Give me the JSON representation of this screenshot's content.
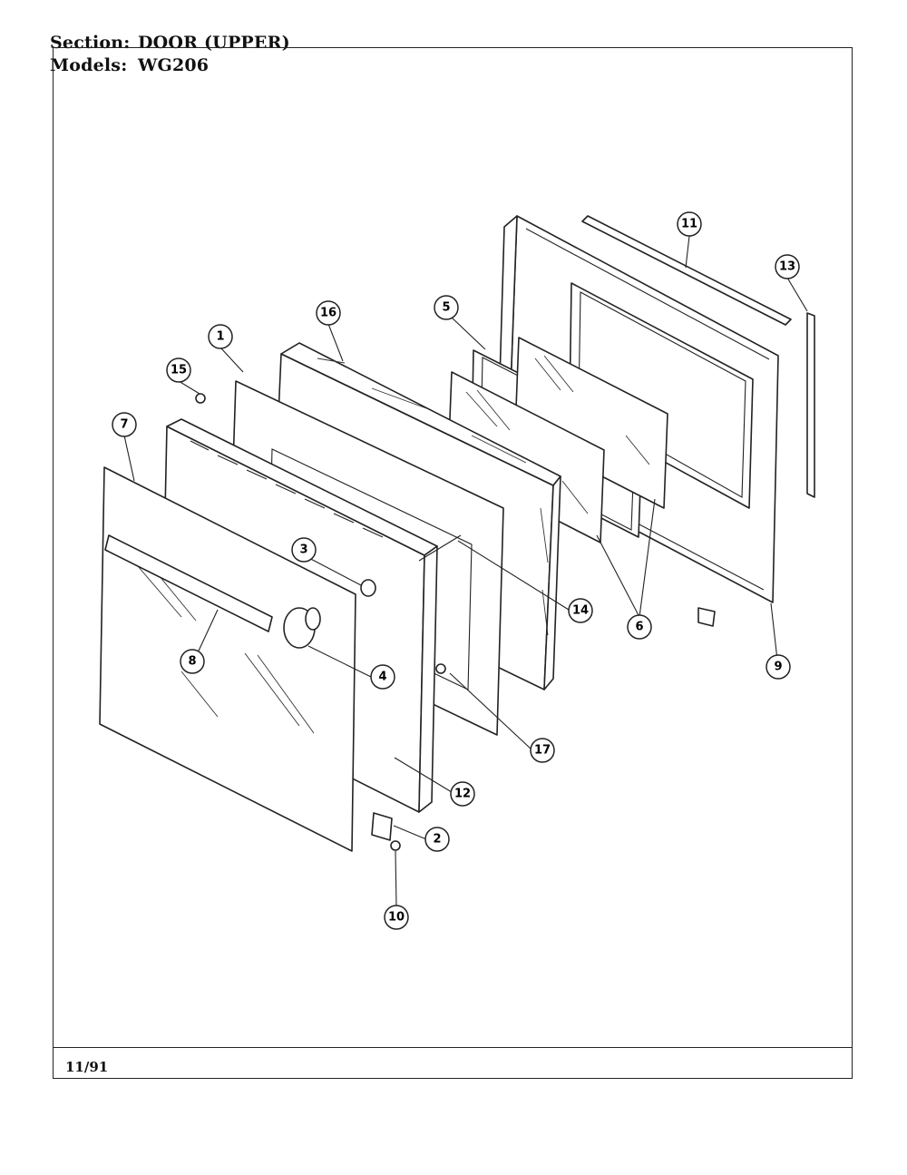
{
  "header": {
    "section_label": "Section:",
    "section_value": "DOOR (UPPER)",
    "models_label": "Models:",
    "models_value": "WG206"
  },
  "footer": {
    "date": "11/91"
  },
  "callouts": [
    {
      "id": "c1",
      "label": "1"
    },
    {
      "id": "c2",
      "label": "2"
    },
    {
      "id": "c3",
      "label": "3"
    },
    {
      "id": "c4",
      "label": "4"
    },
    {
      "id": "c5",
      "label": "5"
    },
    {
      "id": "c6",
      "label": "6"
    },
    {
      "id": "c7",
      "label": "7"
    },
    {
      "id": "c8",
      "label": "8"
    },
    {
      "id": "c9",
      "label": "9"
    },
    {
      "id": "c10",
      "label": "10"
    },
    {
      "id": "c11",
      "label": "11"
    },
    {
      "id": "c12",
      "label": "12"
    },
    {
      "id": "c13",
      "label": "13"
    },
    {
      "id": "c14",
      "label": "14"
    },
    {
      "id": "c15",
      "label": "15"
    },
    {
      "id": "c16",
      "label": "16"
    },
    {
      "id": "c17",
      "label": "17"
    }
  ]
}
